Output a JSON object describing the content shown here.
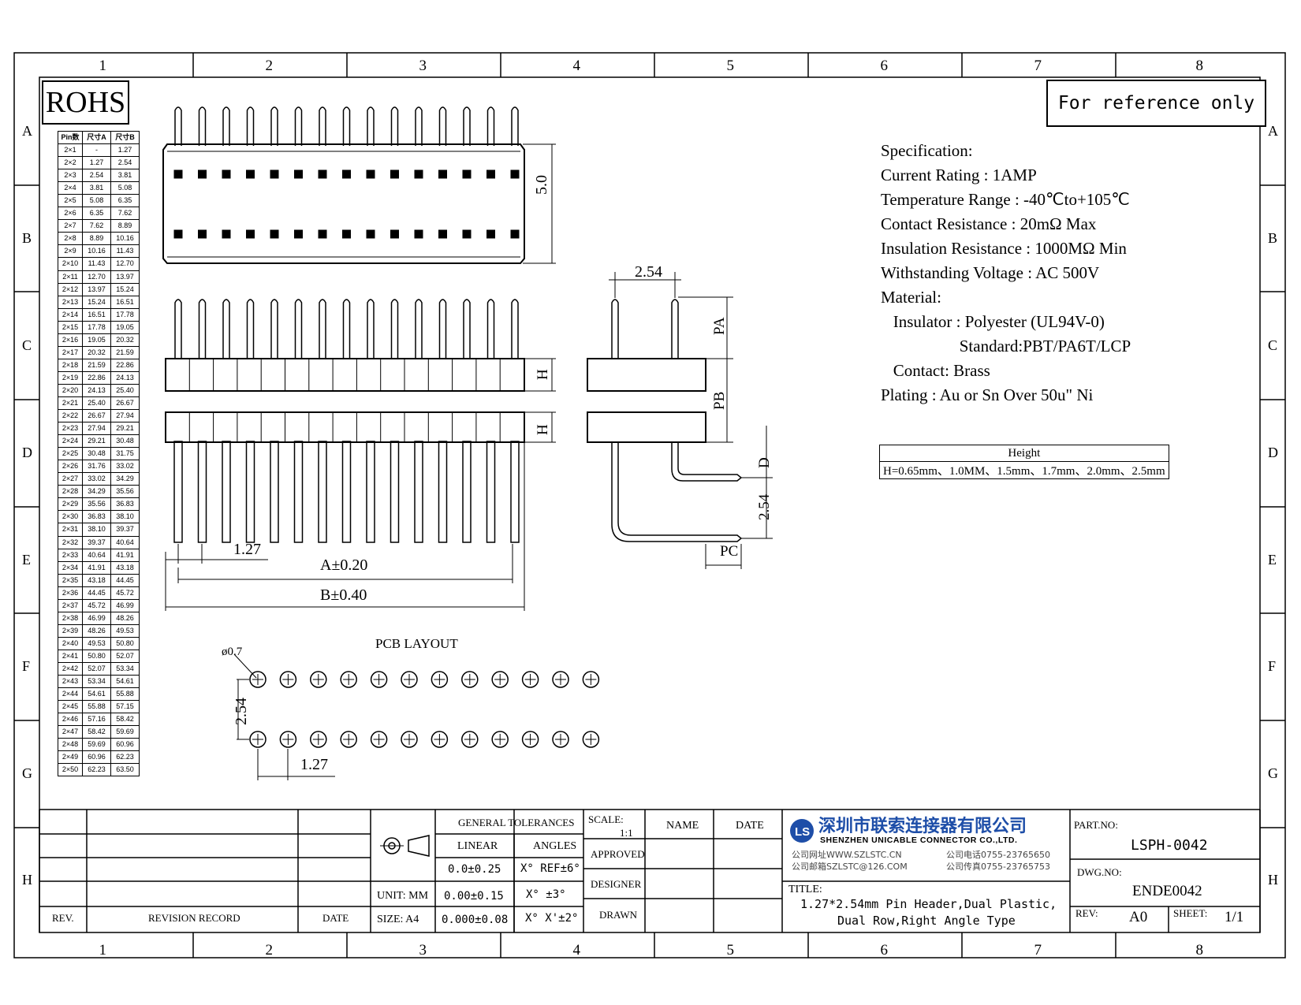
{
  "zones": {
    "columns": [
      "1",
      "2",
      "3",
      "4",
      "5",
      "6",
      "7",
      "8"
    ],
    "rows": [
      "A",
      "B",
      "C",
      "D",
      "E",
      "F",
      "G",
      "H"
    ]
  },
  "rohs": "ROHS",
  "reference_note": "For reference only",
  "pin_table": {
    "headers": [
      "Pin数",
      "尺寸A",
      "尺寸B"
    ],
    "rows": [
      [
        "2×1",
        "-",
        "1.27"
      ],
      [
        "2×2",
        "1.27",
        "2.54"
      ],
      [
        "2×3",
        "2.54",
        "3.81"
      ],
      [
        "2×4",
        "3.81",
        "5.08"
      ],
      [
        "2×5",
        "5.08",
        "6.35"
      ],
      [
        "2×6",
        "6.35",
        "7.62"
      ],
      [
        "2×7",
        "7.62",
        "8.89"
      ],
      [
        "2×8",
        "8.89",
        "10.16"
      ],
      [
        "2×9",
        "10.16",
        "11.43"
      ],
      [
        "2×10",
        "11.43",
        "12.70"
      ],
      [
        "2×11",
        "12.70",
        "13.97"
      ],
      [
        "2×12",
        "13.97",
        "15.24"
      ],
      [
        "2×13",
        "15.24",
        "16.51"
      ],
      [
        "2×14",
        "16.51",
        "17.78"
      ],
      [
        "2×15",
        "17.78",
        "19.05"
      ],
      [
        "2×16",
        "19.05",
        "20.32"
      ],
      [
        "2×17",
        "20.32",
        "21.59"
      ],
      [
        "2×18",
        "21.59",
        "22.86"
      ],
      [
        "2×19",
        "22.86",
        "24.13"
      ],
      [
        "2×20",
        "24.13",
        "25.40"
      ],
      [
        "2×21",
        "25.40",
        "26.67"
      ],
      [
        "2×22",
        "26.67",
        "27.94"
      ],
      [
        "2×23",
        "27.94",
        "29.21"
      ],
      [
        "2×24",
        "29.21",
        "30.48"
      ],
      [
        "2×25",
        "30.48",
        "31.75"
      ],
      [
        "2×26",
        "31.76",
        "33.02"
      ],
      [
        "2×27",
        "33.02",
        "34.29"
      ],
      [
        "2×28",
        "34.29",
        "35.56"
      ],
      [
        "2×29",
        "35.56",
        "36.83"
      ],
      [
        "2×30",
        "36.83",
        "38.10"
      ],
      [
        "2×31",
        "38.10",
        "39.37"
      ],
      [
        "2×32",
        "39.37",
        "40.64"
      ],
      [
        "2×33",
        "40.64",
        "41.91"
      ],
      [
        "2×34",
        "41.91",
        "43.18"
      ],
      [
        "2×35",
        "43.18",
        "44.45"
      ],
      [
        "2×36",
        "44.45",
        "45.72"
      ],
      [
        "2×37",
        "45.72",
        "46.99"
      ],
      [
        "2×38",
        "46.99",
        "48.26"
      ],
      [
        "2×39",
        "48.26",
        "49.53"
      ],
      [
        "2×40",
        "49.53",
        "50.80"
      ],
      [
        "2×41",
        "50.80",
        "52.07"
      ],
      [
        "2×42",
        "52.07",
        "53.34"
      ],
      [
        "2×43",
        "53.34",
        "54.61"
      ],
      [
        "2×44",
        "54.61",
        "55.88"
      ],
      [
        "2×45",
        "55.88",
        "57.15"
      ],
      [
        "2×46",
        "57.16",
        "58.42"
      ],
      [
        "2×47",
        "58.42",
        "59.69"
      ],
      [
        "2×48",
        "59.69",
        "60.96"
      ],
      [
        "2×49",
        "60.96",
        "62.23"
      ],
      [
        "2×50",
        "62.23",
        "63.50"
      ]
    ]
  },
  "dims": {
    "height_50": "5.0",
    "pitch_254": "2.54",
    "pa": "PA",
    "pb": "PB",
    "pc": "PC",
    "d": "D",
    "h": "H",
    "pitch_127": "1.27",
    "a": "A±0.20",
    "b": "B±0.40",
    "pcb_title": "PCB LAYOUT",
    "hole": "ø0.7",
    "pcb_254": "2.54",
    "pcb_127": "1.27",
    "side_254": "2.54"
  },
  "spec": {
    "lines": [
      "Specification:",
      "Current Rating : 1AMP",
      "Temperature Range : -40℃to+105℃",
      "Contact Resistance : 20mΩ Max",
      "Insulation Resistance : 1000MΩ Min",
      "Withstanding Voltage : AC 500V",
      "Material:",
      "   Insulator : Polyester (UL94V-0)",
      "                   Standard:PBT/PA6T/LCP",
      "   Contact: Brass",
      "Plating : Au or Sn Over 50u\" Ni"
    ]
  },
  "height_table": {
    "header": "Height",
    "value": "H=0.65mm、1.0MM、1.5mm、1.7mm、2.0mm、2.5mm"
  },
  "title_block": {
    "general_tolerances": "GENERAL TOLERANCES",
    "linear": "LINEAR",
    "angles": "ANGLES",
    "lin1": "0.0±0.25",
    "lin2": "0.00±0.15",
    "lin3": "0.000±0.08",
    "ang1": "X° REF±6°",
    "ang2": "X° ±3°",
    "ang3": "X° X'±2°",
    "unit": "UNIT: MM",
    "size": "SIZE: A4",
    "scale_label": "SCALE:",
    "scale": "1:1",
    "name": "NAME",
    "date": "DATE",
    "approved": "APPROVED",
    "designer": "DESIGNER",
    "drawn": "DRAWN",
    "company_cn": "深圳市联索连接器有限公司",
    "company_en": "SHENZHEN UNICABLE CONNECTOR CO.,LTD.",
    "website": "公司网址WWW.SZLSTC.CN",
    "email": "公司邮箱SZLSTC@126.COM",
    "phone": "公司电话0755-23765650",
    "fax": "公司传真0755-23765753",
    "title_label": "TITLE:",
    "title_line1": "1.27*2.54mm Pin Header,Dual Plastic,",
    "title_line2": "Dual Row,Right Angle Type",
    "part_no_label": "PART.NO:",
    "part_no": "LSPH-0042",
    "dwg_no_label": "DWG.NO:",
    "dwg_no": "ENDE0042",
    "rev_label": "REV:",
    "rev": "A0",
    "sheet_label": "SHEET:",
    "sheet": "1/1",
    "rev_col": "REV.",
    "revision_record": "REVISION RECORD",
    "rev_date": "DATE",
    "logo": "LS"
  }
}
